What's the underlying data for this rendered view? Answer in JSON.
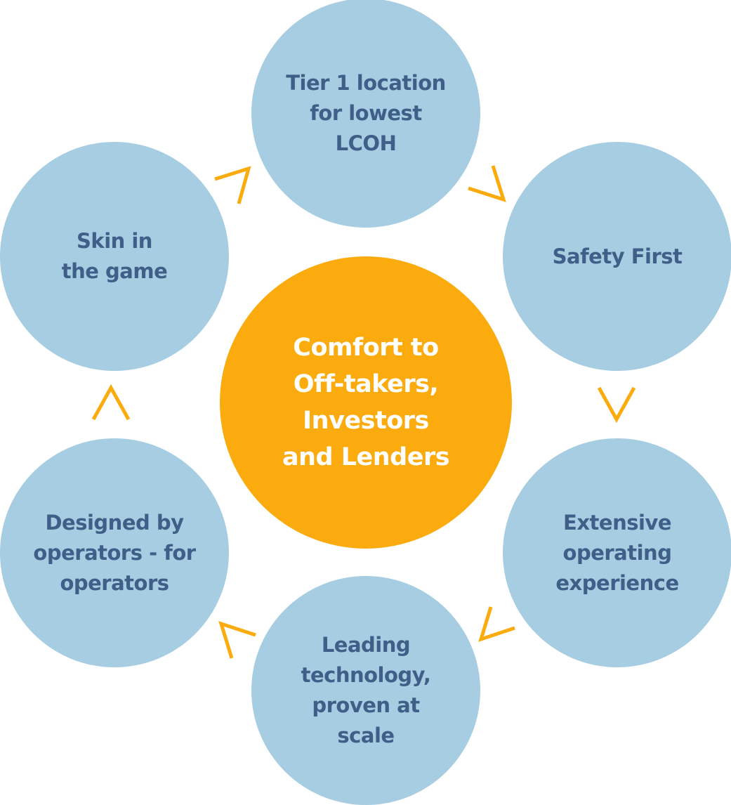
{
  "diagram": {
    "type": "cycle",
    "colors": {
      "outer_node": "#a6cde1",
      "outer_text": "#3f5f88",
      "center_node": "#fbab0e",
      "center_text": "#ffffff",
      "arrow": "#fbab0e"
    },
    "center": {
      "label": "Comfort to\nOff-takers,\nInvestors\nand Lenders"
    },
    "nodes": [
      {
        "id": "tier1",
        "label": "Tier 1 location\nfor lowest\nLCOH"
      },
      {
        "id": "safety",
        "label": "Safety First"
      },
      {
        "id": "experience",
        "label": "Extensive\noperating\nexperience"
      },
      {
        "id": "technology",
        "label": "Leading\ntechnology,\nproven at\nscale"
      },
      {
        "id": "designed",
        "label": "Designed by\noperators - for\noperators"
      },
      {
        "id": "skin",
        "label": "Skin in\nthe game"
      }
    ],
    "arrows": [
      {
        "from": "skin",
        "to": "tier1",
        "icon": "chevron-arrow-icon"
      },
      {
        "from": "tier1",
        "to": "safety",
        "icon": "chevron-arrow-icon"
      },
      {
        "from": "safety",
        "to": "experience",
        "icon": "chevron-arrow-icon"
      },
      {
        "from": "experience",
        "to": "technology",
        "icon": "chevron-arrow-icon"
      },
      {
        "from": "technology",
        "to": "designed",
        "icon": "chevron-arrow-icon"
      },
      {
        "from": "designed",
        "to": "skin",
        "icon": "chevron-arrow-icon"
      }
    ]
  }
}
